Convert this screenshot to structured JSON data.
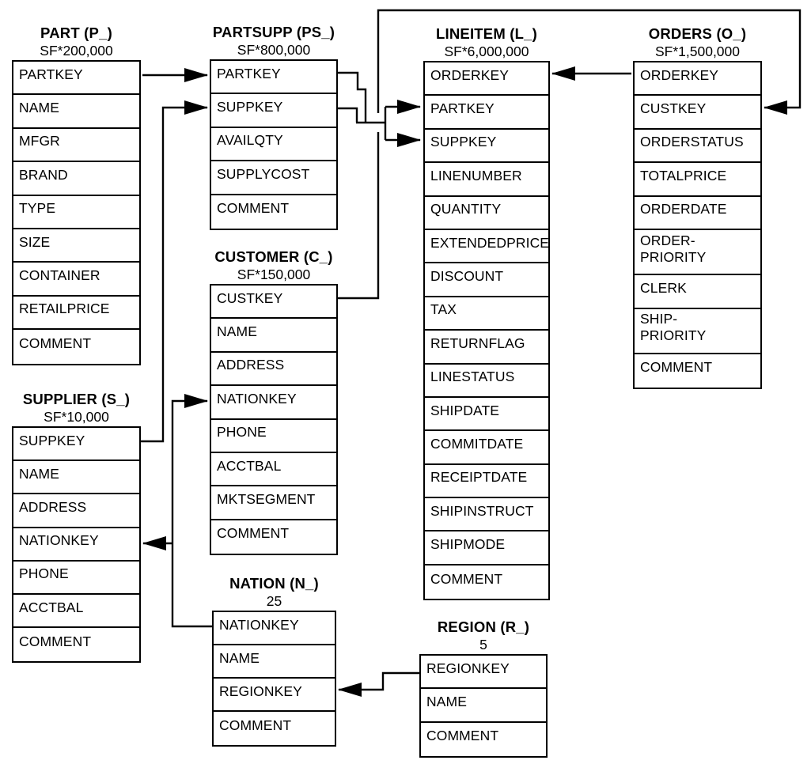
{
  "diagram": {
    "kind": "database-schema",
    "colors": {
      "line": "#000000",
      "text": "#000000",
      "background": "#ffffff"
    }
  },
  "tables": [
    {
      "id": "part",
      "title": "PART (P_)",
      "subtitle": "SF*200,000",
      "columns": [
        "PARTKEY",
        "NAME",
        "MFGR",
        "BRAND",
        "TYPE",
        "SIZE",
        "CONTAINER",
        "RETAILPRICE",
        "COMMENT"
      ]
    },
    {
      "id": "partsupp",
      "title": "PARTSUPP (PS_)",
      "subtitle": "SF*800,000",
      "columns": [
        "PARTKEY",
        "SUPPKEY",
        "AVAILQTY",
        "SUPPLYCOST",
        "COMMENT"
      ]
    },
    {
      "id": "lineitem",
      "title": "LINEITEM (L_)",
      "subtitle": "SF*6,000,000",
      "columns": [
        "ORDERKEY",
        "PARTKEY",
        "SUPPKEY",
        "LINENUMBER",
        "QUANTITY",
        "EXTENDEDPRICE",
        "DISCOUNT",
        "TAX",
        "RETURNFLAG",
        "LINESTATUS",
        "SHIPDATE",
        "COMMITDATE",
        "RECEIPTDATE",
        "SHIPINSTRUCT",
        "SHIPMODE",
        "COMMENT"
      ]
    },
    {
      "id": "orders",
      "title": "ORDERS (O_)",
      "subtitle": "SF*1,500,000",
      "columns": [
        "ORDERKEY",
        "CUSTKEY",
        "ORDERSTATUS",
        "TOTALPRICE",
        "ORDERDATE",
        "ORDER-\nPRIORITY",
        "CLERK",
        "SHIP-\nPRIORITY",
        "COMMENT"
      ]
    },
    {
      "id": "customer",
      "title": "CUSTOMER (C_)",
      "subtitle": "SF*150,000",
      "columns": [
        "CUSTKEY",
        "NAME",
        "ADDRESS",
        "NATIONKEY",
        "PHONE",
        "ACCTBAL",
        "MKTSEGMENT",
        "COMMENT"
      ]
    },
    {
      "id": "supplier",
      "title": "SUPPLIER (S_)",
      "subtitle": "SF*10,000",
      "columns": [
        "SUPPKEY",
        "NAME",
        "ADDRESS",
        "NATIONKEY",
        "PHONE",
        "ACCTBAL",
        "COMMENT"
      ]
    },
    {
      "id": "nation",
      "title": "NATION (N_)",
      "subtitle": "25",
      "columns": [
        "NATIONKEY",
        "NAME",
        "REGIONKEY",
        "COMMENT"
      ]
    },
    {
      "id": "region",
      "title": "REGION (R_)",
      "subtitle": "5",
      "columns": [
        "REGIONKEY",
        "NAME",
        "COMMENT"
      ]
    }
  ],
  "relationships": [
    {
      "from": "PART.PARTKEY",
      "to": "PARTSUPP.PARTKEY"
    },
    {
      "from": "SUPPLIER.SUPPKEY",
      "to": "PARTSUPP.SUPPKEY"
    },
    {
      "from": "PARTSUPP.PARTKEY",
      "to": "LINEITEM.PARTKEY"
    },
    {
      "from": "PARTSUPP.SUPPKEY",
      "to": "LINEITEM.SUPPKEY"
    },
    {
      "from": "ORDERS.ORDERKEY",
      "to": "LINEITEM.ORDERKEY"
    },
    {
      "from": "CUSTOMER.CUSTKEY",
      "to": "ORDERS.CUSTKEY"
    },
    {
      "from": "NATION.NATIONKEY",
      "to": "CUSTOMER.NATIONKEY"
    },
    {
      "from": "NATION.NATIONKEY",
      "to": "SUPPLIER.NATIONKEY"
    },
    {
      "from": "REGION.REGIONKEY",
      "to": "NATION.REGIONKEY"
    }
  ]
}
